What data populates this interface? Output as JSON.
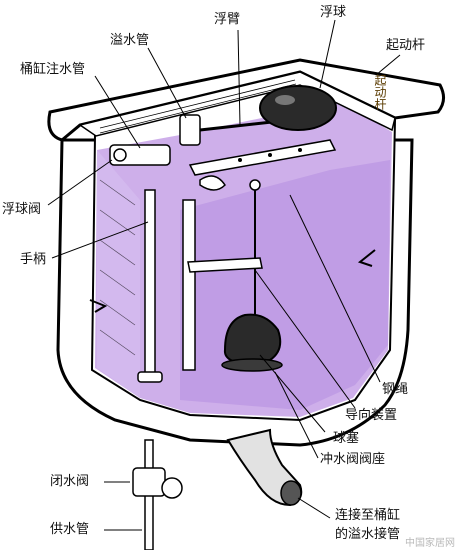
{
  "diagram": {
    "labels": {
      "fubi": "浮臂",
      "fuqiu": "浮球",
      "yishuiguan": "溢水管",
      "qidonggan": "起动杆",
      "qidonggan_handle": "起动杆",
      "tonggang_zhushuiguan": "桶缸注水管",
      "fuqiufa": "浮球阀",
      "shoubing": "手柄",
      "gangsheng": "钢绳",
      "daoxiang_zhuangzhi": "导向装置",
      "qiusai": "球塞",
      "chongshuifa_fazuo": "冲水阀阀座",
      "bishuifa": "闭水阀",
      "gongshuiguan": "供水管",
      "lianjie_1": "连接至桶缸",
      "lianjie_2": "的溢水接管"
    },
    "watermark": "中国家居网",
    "colors": {
      "water": "#c9a6e8",
      "outline": "#000000",
      "porcelain": "#ffffff"
    }
  }
}
